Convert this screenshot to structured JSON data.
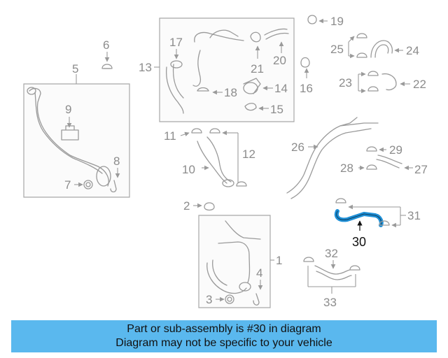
{
  "diagram": {
    "highlight_color": "#1e8fd6",
    "highlighted_part": "30",
    "callouts": {
      "n1": "1",
      "n2": "2",
      "n3": "3",
      "n4": "4",
      "n5": "5",
      "n6": "6",
      "n7": "7",
      "n8": "8",
      "n9": "9",
      "n10": "10",
      "n11": "11",
      "n12": "12",
      "n13": "13",
      "n14": "14",
      "n15": "15",
      "n16": "16",
      "n17": "17",
      "n18": "18",
      "n19": "19",
      "n20": "20",
      "n21": "21",
      "n22": "22",
      "n23": "23",
      "n24": "24",
      "n25": "25",
      "n26": "26",
      "n27": "27",
      "n28": "28",
      "n29": "29",
      "n30": "30",
      "n31": "31",
      "n32": "32",
      "n33": "33"
    }
  },
  "footer": {
    "background": "#5ab8ee",
    "line1": "Part or sub-assembly is #30 in diagram",
    "line2": "Diagram may not be specific to your vehicle"
  }
}
